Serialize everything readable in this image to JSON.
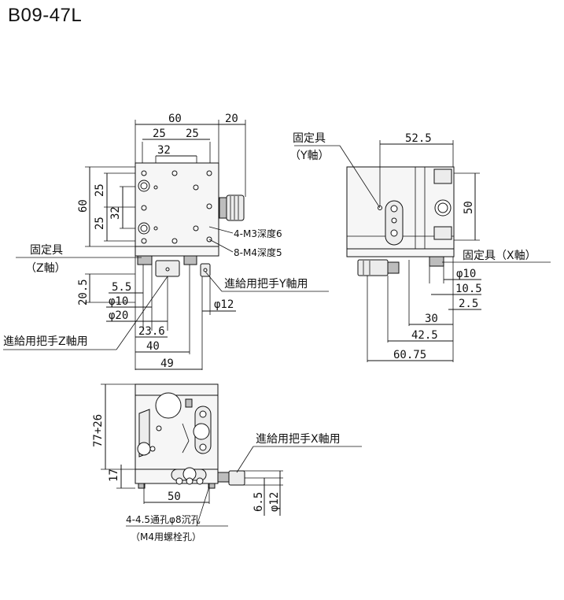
{
  "title": "B09-47L",
  "top_view": {
    "dims": {
      "d60_top": "60",
      "d20": "20",
      "d25a": "25",
      "d25b": "25",
      "d32_top": "32",
      "d60_left": "60",
      "d25_left_a": "25",
      "d25_left_b": "25",
      "d32_left": "32",
      "d20_5": "20.5",
      "d5_5": "5.5",
      "phi10": "φ10",
      "phi20": "φ20",
      "d23_6": "23.6",
      "d40": "40",
      "d49": "49",
      "phi12": "φ12"
    },
    "labels": {
      "m3": "4-M3深度6",
      "m4": "8-M4深度5",
      "fix_z_1": "固定具",
      "fix_z_2": "（Z軸）",
      "feed_y": "進給用把手Y軸用",
      "feed_z": "進給用把手Z軸用"
    }
  },
  "side_view": {
    "dims": {
      "d52_5": "52.5",
      "d50": "50",
      "phi10": "φ10",
      "d10_5": "10.5",
      "d2_5": "2.5",
      "d30": "30",
      "d42_5": "42.5",
      "d60_75": "60.75"
    },
    "labels": {
      "fix_y_1": "固定具",
      "fix_y_2": "（Y軸）",
      "fix_x": "固定具（X軸）"
    }
  },
  "front_view": {
    "dims": {
      "d77_26": "77+26",
      "d17": "17",
      "d50": "50",
      "d6_5": "6.5",
      "phi12": "φ12"
    },
    "labels": {
      "feed_x": "進給用把手X軸用",
      "thru_1": "4-4.5通孔φ8沉孔",
      "thru_2": "（M4用螺栓孔）"
    }
  }
}
